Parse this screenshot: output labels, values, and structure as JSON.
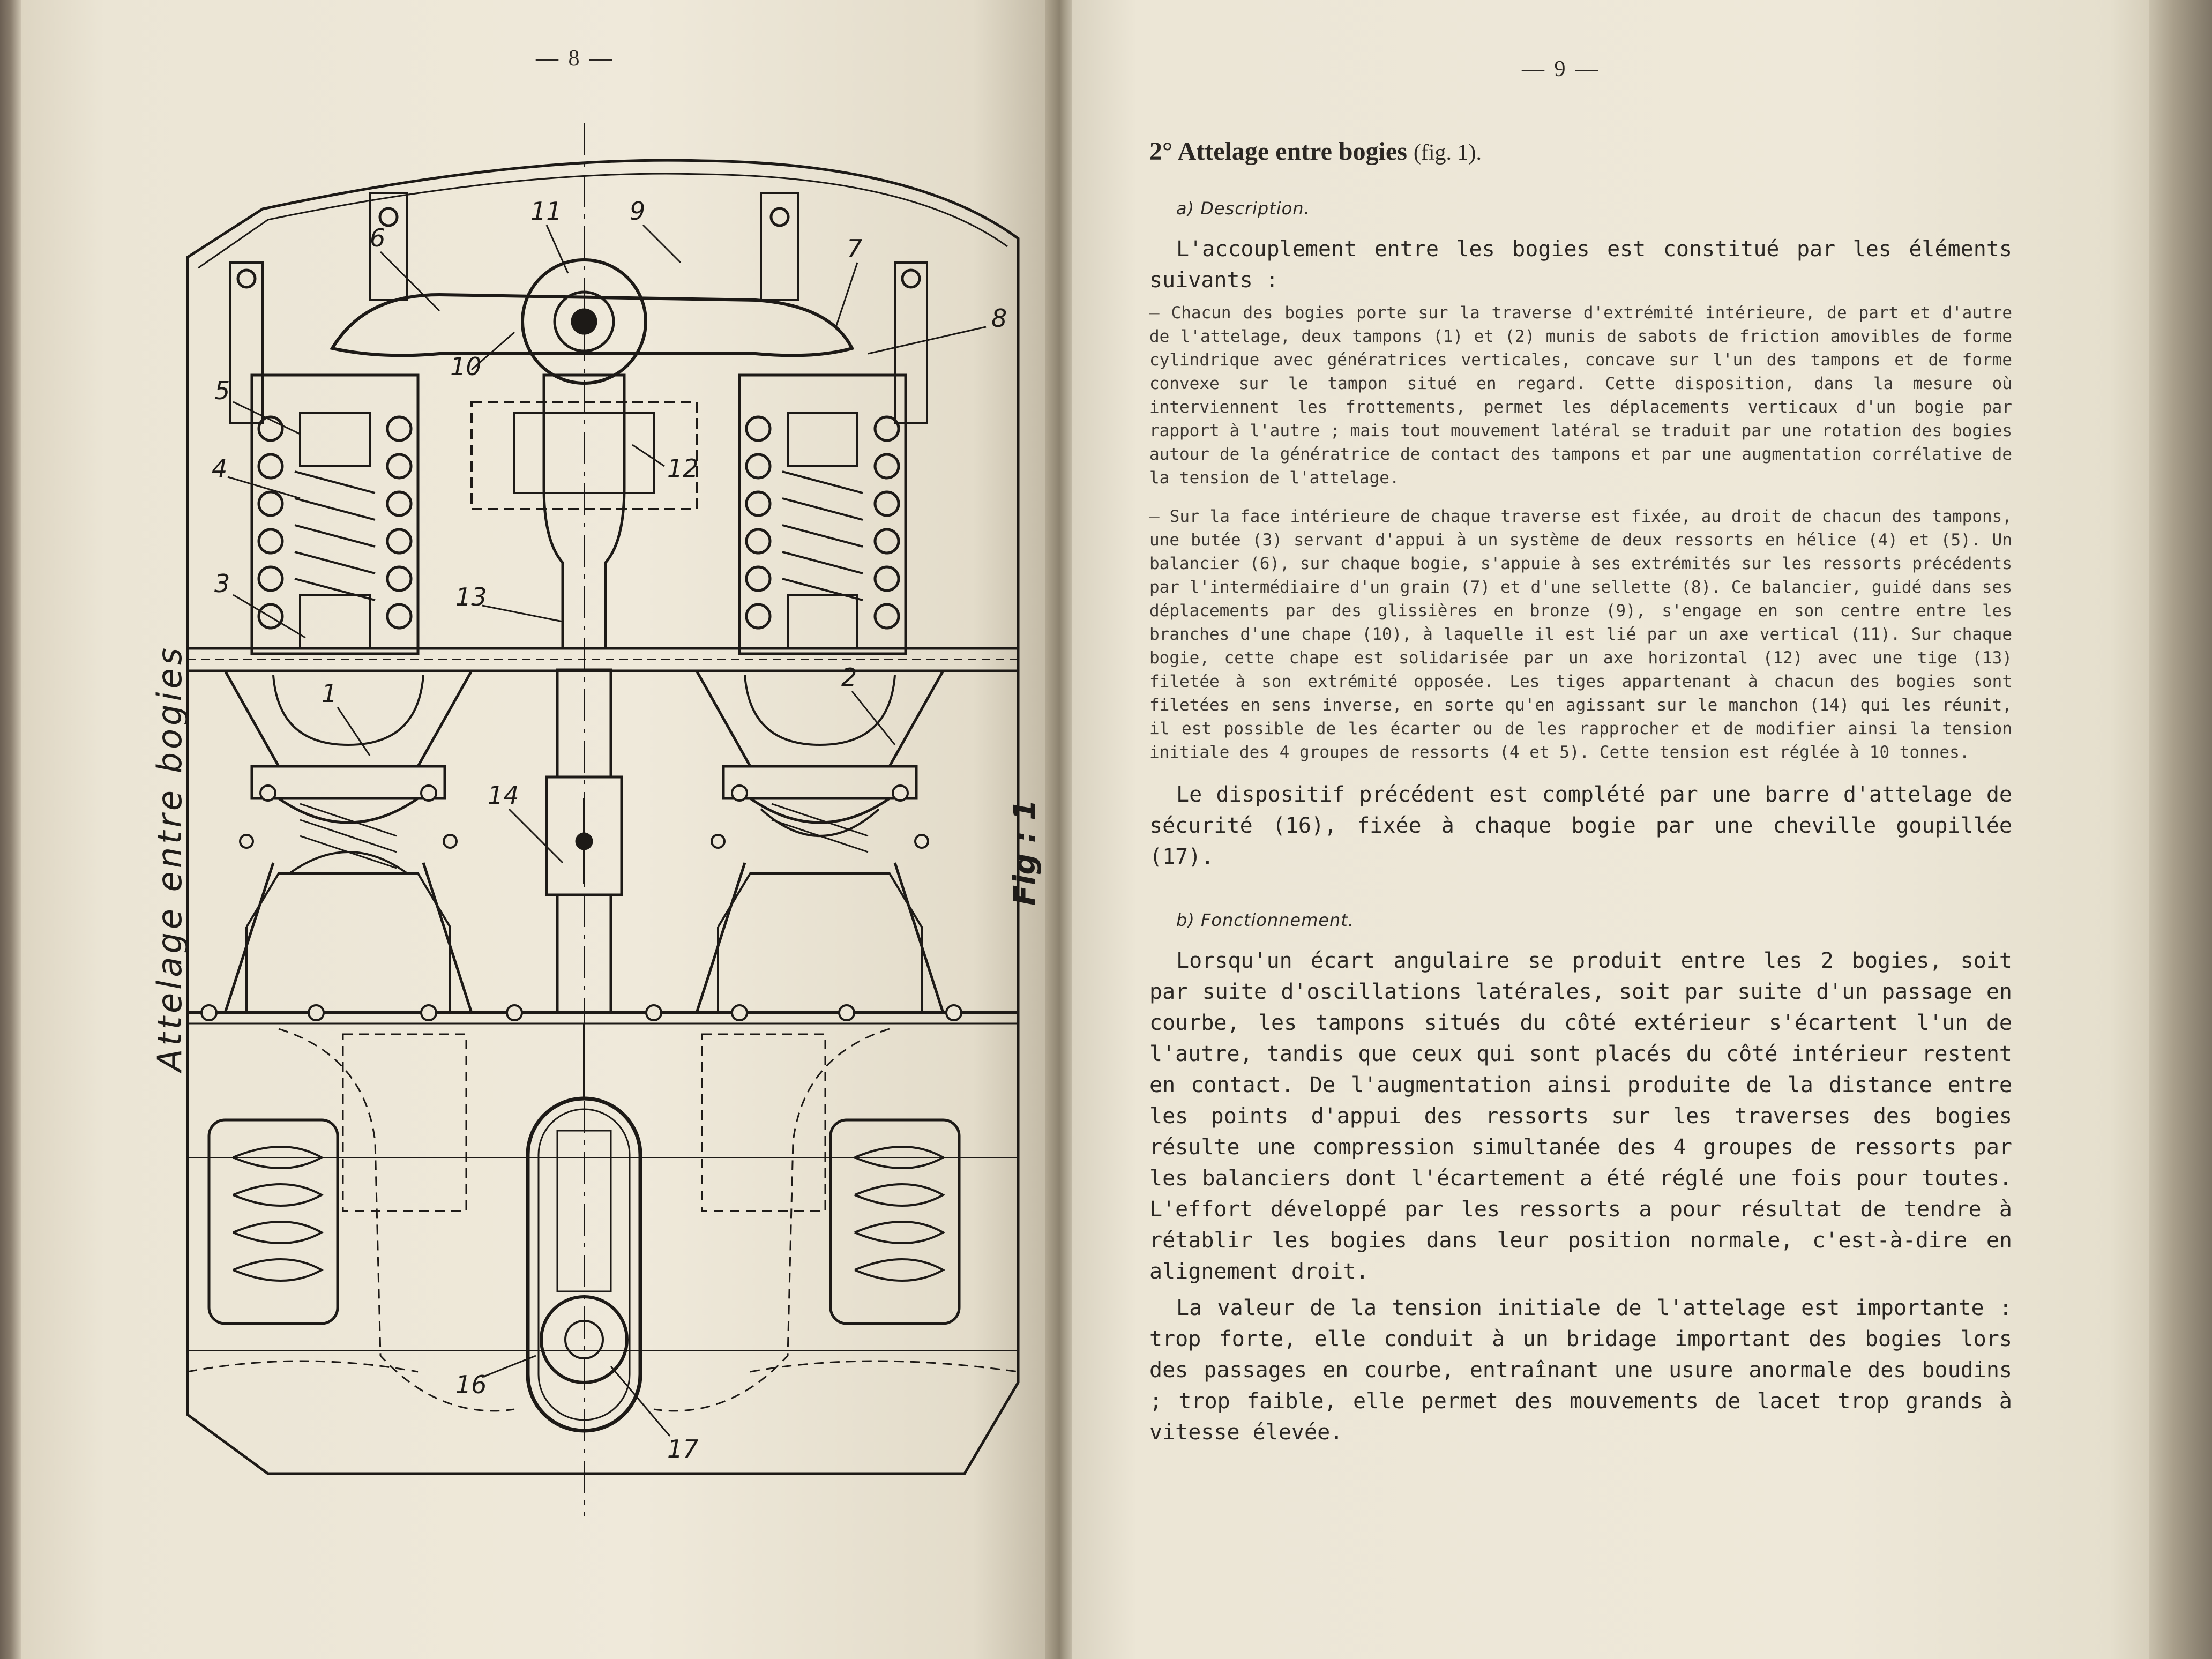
{
  "pages": {
    "left_number": "— 8 —",
    "right_number": "— 9 —"
  },
  "figure": {
    "side_label": "Attelage entre bogies",
    "fig_label": "Fig : 1",
    "callouts": [
      "1",
      "2",
      "3",
      "4",
      "5",
      "6",
      "7",
      "8",
      "9",
      "10",
      "11",
      "12",
      "13",
      "14",
      "16",
      "17"
    ]
  },
  "text": {
    "section_number": "2°",
    "section_title": "Attelage entre bogies",
    "section_ref": "(fig. 1).",
    "sub_a": "a) Description.",
    "intro": "L'accouplement entre les bogies est constitué par les éléments suivants :",
    "item1": "Chacun des bogies porte sur la traverse d'extrémité intérieure, de part et d'autre de l'attelage, deux tampons (1) et (2) munis de sabots de friction amovibles de forme cylindrique avec génératrices verticales, concave sur l'un des tampons et de forme convexe sur le tampon situé en regard. Cette disposition, dans la mesure où interviennent les frottements, permet les déplacements verticaux d'un bogie par rapport à l'autre ; mais tout mouvement latéral se traduit par une rotation des bogies autour de la génératrice de contact des tampons et par une augmentation corrélative de la tension de l'attelage.",
    "item2": "Sur la face intérieure de chaque traverse est fixée, au droit de chacun des tampons, une butée (3) servant d'appui à un système de deux ressorts en hélice (4) et (5). Un balancier (6), sur chaque bogie, s'appuie à ses extrémités sur les ressorts précédents par l'intermédiaire d'un grain (7) et d'une sellette (8). Ce balancier, guidé dans ses déplacements par des glissières en bronze (9), s'engage en son centre entre les branches d'une chape (10), à laquelle il est lié par un axe vertical (11). Sur chaque bogie, cette chape est solidarisée par un axe horizontal (12) avec une tige (13) filetée à son extrémité opposée. Les tiges appartenant à chacun des bogies sont filetées en sens inverse, en sorte qu'en agissant sur le manchon (14) qui les réunit, il est possible de les écarter ou de les rapprocher et de modifier ainsi la tension initiale des 4 groupes de ressorts (4 et 5). Cette tension est réglée à 10 tonnes.",
    "para_complete": "Le dispositif précédent est complété par une barre d'attelage de sécurité (16), fixée à chaque bogie par une cheville goupillée (17).",
    "sub_b": "b) Fonctionnement.",
    "para_fonct1": "Lorsqu'un écart angulaire se produit entre les 2 bogies, soit par suite d'oscillations latérales, soit par suite d'un passage en courbe, les tampons situés du côté extérieur s'écartent l'un de l'autre, tandis que ceux qui sont placés du côté intérieur restent en contact. De l'augmentation ainsi produite de la distance entre les points d'appui des ressorts sur les traverses des bogies résulte une compression simultanée des 4 groupes de ressorts par les balanciers dont l'écartement a été réglé une fois pour toutes. L'effort développé par les ressorts a pour résultat de tendre à rétablir les bogies dans leur position normale, c'est-à-dire en alignement droit.",
    "para_fonct2": "La valeur de la tension initiale de l'attelage est importante : trop forte, elle conduit à un bridage important des bogies lors des passages en courbe, entraînant une usure anormale des boudins ; trop faible, elle permet des mouvements de lacet trop grands à vitesse élevée."
  }
}
